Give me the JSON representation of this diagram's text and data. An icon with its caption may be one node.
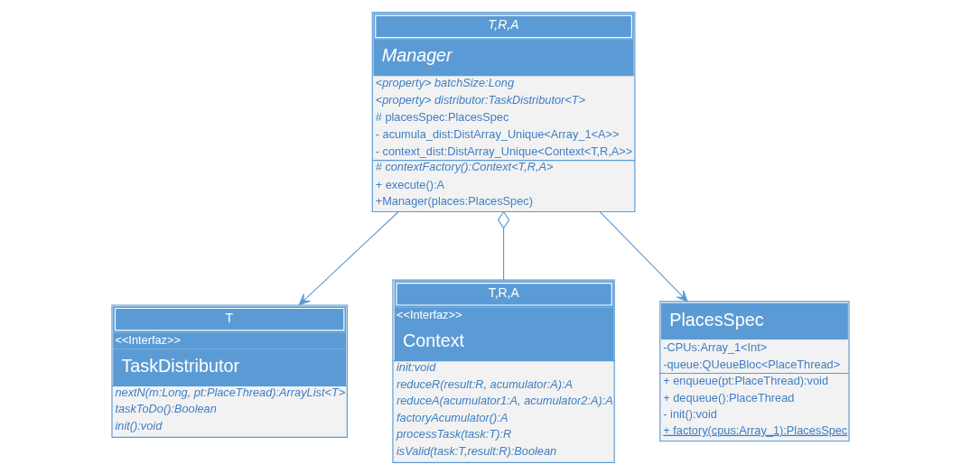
{
  "diagram": {
    "nodes": [
      {
        "text": [
          "T,R,A",
          "Manager",
          "<property> batchSize:Long",
          "<property> distributor:TaskDistributor<T>",
          "# placesSpec:PlacesSpec",
          "- acumula_dist:DistArray_Unique<Array_1<A>>",
          "- context_dist:DistArray_Unique<Context<T,R,A>>",
          "# contextFactory():Context<T,R,A>",
          "+ execute():A",
          "+Manager(places:PlacesSpec)"
        ]
      },
      {
        "text": [
          "T",
          "<<Interfaz>>",
          "TaskDistributor",
          "nextN(m:Long, pt:PlaceThread):ArrayList<T>",
          "taskToDo():Boolean",
          "init():void"
        ]
      },
      {
        "text": [
          "T,R,A",
          "<<Interfaz>>",
          "Context",
          "init:void",
          "reduceR(result:R, acumulator:A):A",
          "reduceA(acumulator1:A, acumulator2:A):A",
          "factoryAcumulator():A",
          "processTask(task:T):R",
          "isValid(task:T,result:R):Boolean"
        ]
      },
      {
        "text": [
          "PlacesSpec",
          "-CPUs:Array_1<Int>",
          "-queue:QUeueBloc<PlaceThread>",
          "+ enqueue(pt:PlaceThread):void",
          "+ dequeue():PlaceThread",
          "- init():void",
          "+ factory(cpus:Array_1):PlacesSpec"
        ]
      }
    ],
    "edges": [
      {
        "from": 0,
        "to": 1,
        "arrow": "to"
      },
      {
        "from": 0,
        "to": 2,
        "arrow": "other"
      },
      {
        "from": 0,
        "to": 3,
        "arrow": "to"
      }
    ]
  }
}
